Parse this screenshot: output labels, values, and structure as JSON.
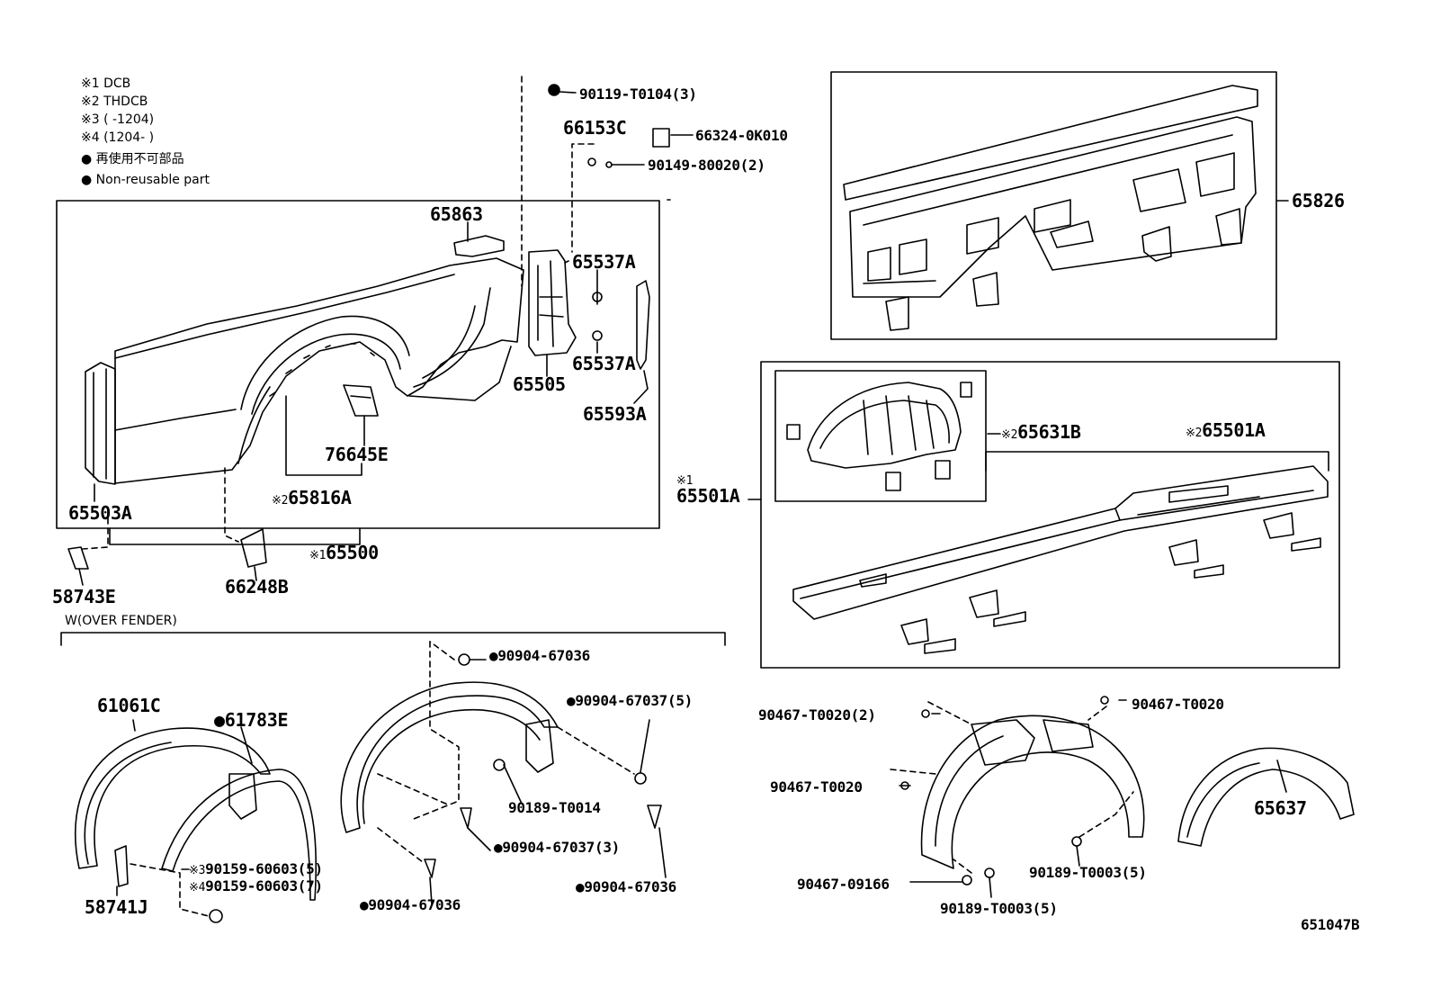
{
  "legend": [
    {
      "mark": "※1",
      "text": "DCB"
    },
    {
      "mark": "※2",
      "text": "THDCB"
    },
    {
      "mark": "※3",
      "text": "(      -1204)"
    },
    {
      "mark": "※4",
      "text": "(1204-      )"
    },
    {
      "mark": "●",
      "text": "再使用不可部品"
    },
    {
      "mark": "●",
      "text": "Non-reusable part"
    }
  ],
  "section_label": "W(OVER FENDER)",
  "diagram_code": "651047B",
  "parts": {
    "p90119": "90119-T0104(3)",
    "p66153C": "66153C",
    "p66324": "66324-0K010",
    "p90149": "90149-80020(2)",
    "p65863": "65863",
    "p65537A_1": "65537A",
    "p65537A_2": "65537A",
    "p65505": "65505",
    "p65593A": "65593A",
    "p76645E": "76645E",
    "p65816A": "65816A",
    "p65816A_mark": "※2",
    "p65503A": "65503A",
    "p65500": "65500",
    "p65500_mark": "※1",
    "p58743E": "58743E",
    "p66248B": "66248B",
    "p65826": "65826",
    "p65631B": "65631B",
    "p65631B_mark": "※2",
    "p65501A_top": "65501A",
    "p65501A_top_mark": "※2",
    "p65501A_left": "65501A",
    "p65501A_left_mark": "※1",
    "p61061C": "61061C",
    "p61783E": "61783E",
    "p58741J": "58741J",
    "p90159_3": "90159-60603(5)",
    "p90159_3_mark": "※3",
    "p90159_4": "90159-60603(7)",
    "p90159_4_mark": "※4",
    "p90904_67036_a": "90904-67036",
    "p90904_67037_5": "90904-67037(5)",
    "p90189_T0014": "90189-T0014",
    "p90904_67037_3": "90904-67037(3)",
    "p90904_67036_b": "90904-67036",
    "p90904_67036_c": "90904-67036",
    "p90467_T0020_2": "90467-T0020(2)",
    "p90467_T0020_a": "90467-T0020",
    "p90467_T0020_b": "90467-T0020",
    "p90467_09166": "90467-09166",
    "p90189_T0003_a": "90189-T0003(5)",
    "p90189_T0003_b": "90189-T0003(5)",
    "p65637": "65637"
  }
}
